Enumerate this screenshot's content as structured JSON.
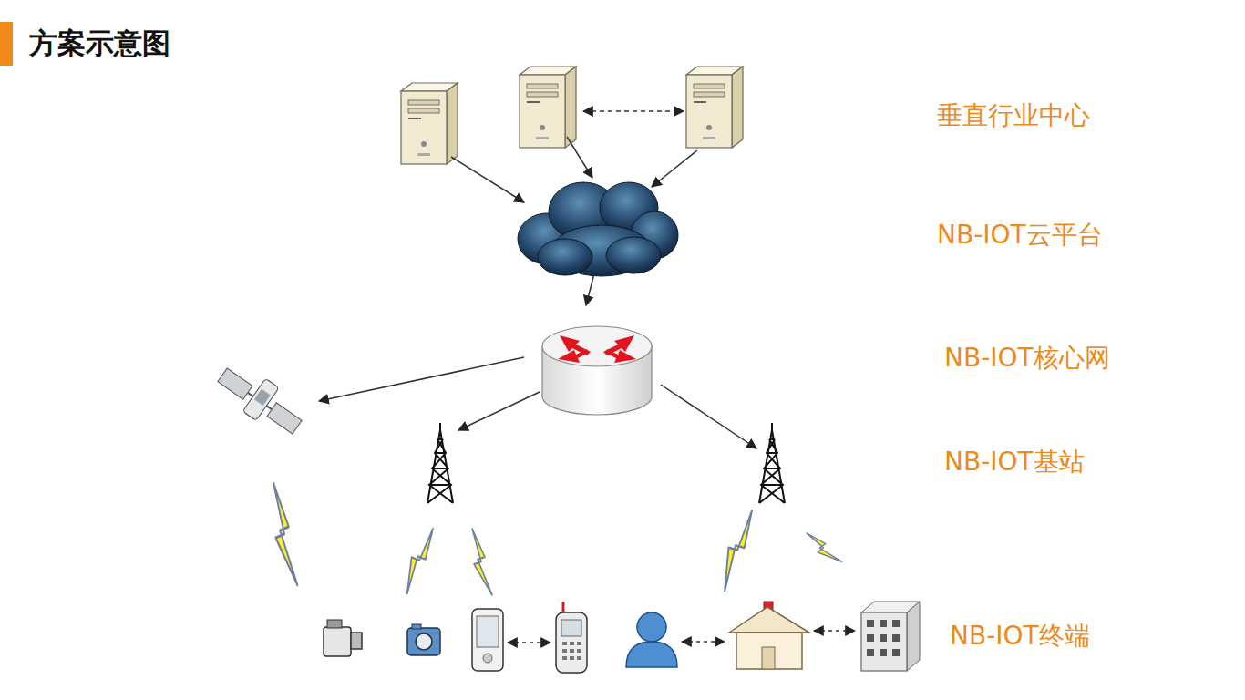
{
  "diagram": {
    "title": "方案示意图",
    "labels": [
      "垂直行业中心",
      "NB-IOT云平台",
      "NB-IOT核心网",
      "NB-IOT基站",
      "NB-IOT终端"
    ]
  }
}
